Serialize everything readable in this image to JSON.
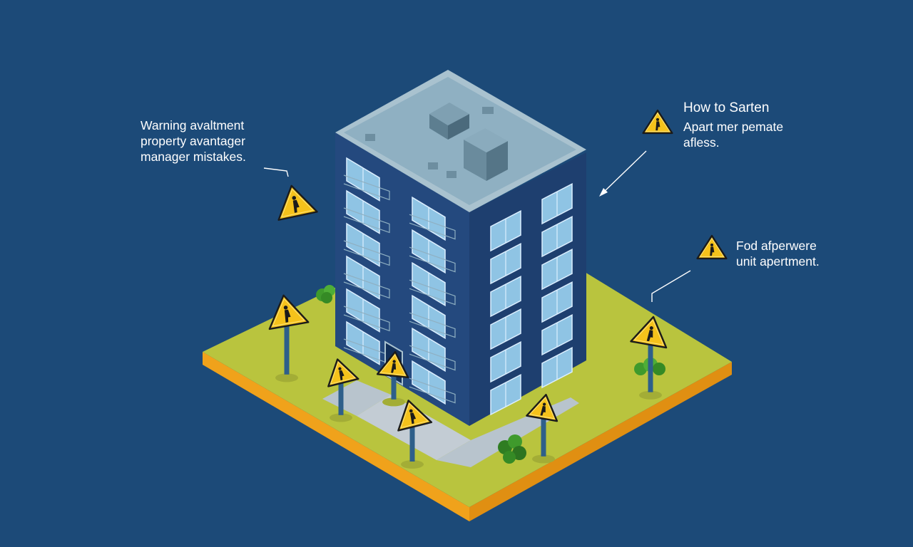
{
  "colors": {
    "background": "#1c4a78",
    "ground_top": "#b9c43e",
    "ground_edge": "#f0a21b",
    "building_front": "#24497e",
    "building_side": "#1e3f6f",
    "roof": "#8fb0c2",
    "window": "#8fc4e4",
    "sign_yellow": "#f5c21b",
    "sign_border": "#1b1b1b",
    "pole": "#2e5f8a",
    "path": "#b8c4cd",
    "shrub": "#3f9a2c"
  },
  "annotations": {
    "left": {
      "lines": [
        "Warning avaltment",
        "property avantager",
        "manager mistakes."
      ]
    },
    "top_right": {
      "title": "How to Sarten",
      "lines": [
        "Apart mer pemate",
        "afless."
      ]
    },
    "right": {
      "lines": [
        "Fod afperwere",
        "unit apertment."
      ]
    }
  },
  "icons": {
    "warning_sign": "warning-triangle-icon",
    "sign_figure": "person-silhouette-icon",
    "shrub": "shrub-icon"
  }
}
